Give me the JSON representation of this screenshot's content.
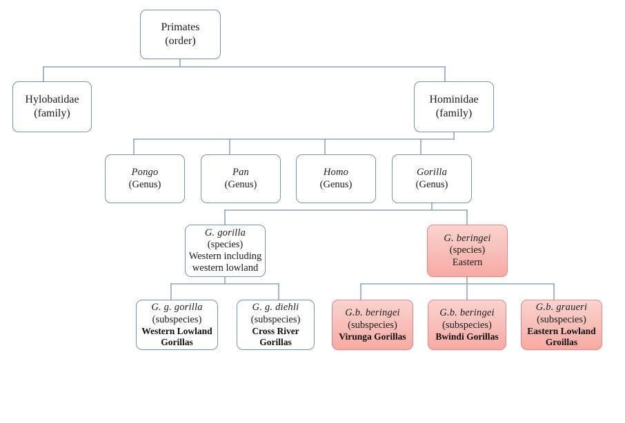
{
  "diagram": {
    "title": "Primate taxonomy to gorilla subspecies",
    "colors": {
      "plain_border": "#7193b2",
      "pink_border": "#d98a86",
      "pink_fill_top": "#fbd3cf",
      "pink_fill_bottom": "#f7aaa3",
      "connector": "#8ba6bd",
      "background": "#ffffff"
    },
    "nodes": {
      "primates": {
        "name": "Primates",
        "rank": "(order)"
      },
      "hylobatidae": {
        "name": "Hylobatidae",
        "rank": "(family)"
      },
      "hominidae": {
        "name": "Hominidae",
        "rank": "(family)"
      },
      "pongo": {
        "name": "Pongo",
        "rank": "(Genus)"
      },
      "pan": {
        "name": "Pan",
        "rank": "(Genus)"
      },
      "homo": {
        "name": "Homo",
        "rank": "(Genus)"
      },
      "gorilla": {
        "name": "Gorilla",
        "rank": "(Genus)"
      },
      "g_gorilla": {
        "name": "G. gorilla",
        "rank": "(species)",
        "note_line1": "Western including",
        "note_line2": "western  lowland"
      },
      "g_beringei": {
        "name": "G. beringei",
        "rank": "(species)",
        "note_line1": "Eastern"
      },
      "ggg": {
        "name": "G. g. gorilla",
        "rank": "(subspecies)",
        "common_line1": "Western Lowland",
        "common_line2": "Gorillas"
      },
      "ggd": {
        "name": "G. g. diehli",
        "rank": "(subspecies)",
        "common_line1": "Cross  River",
        "common_line2": "Gorillas"
      },
      "gbb_virunga": {
        "name": "G.b. beringei",
        "rank": "(subspecies)",
        "common_line1": "Virunga Gorillas"
      },
      "gbb_bwindi": {
        "name": "G.b. beringei",
        "rank": "(subspecies)",
        "common_line1": "Bwindi  Gorillas"
      },
      "gbg": {
        "name": "G.b. graueri",
        "rank": "(subspecies)",
        "common_line1": "Eastern Lowland",
        "common_line2": "Groillas"
      }
    }
  }
}
